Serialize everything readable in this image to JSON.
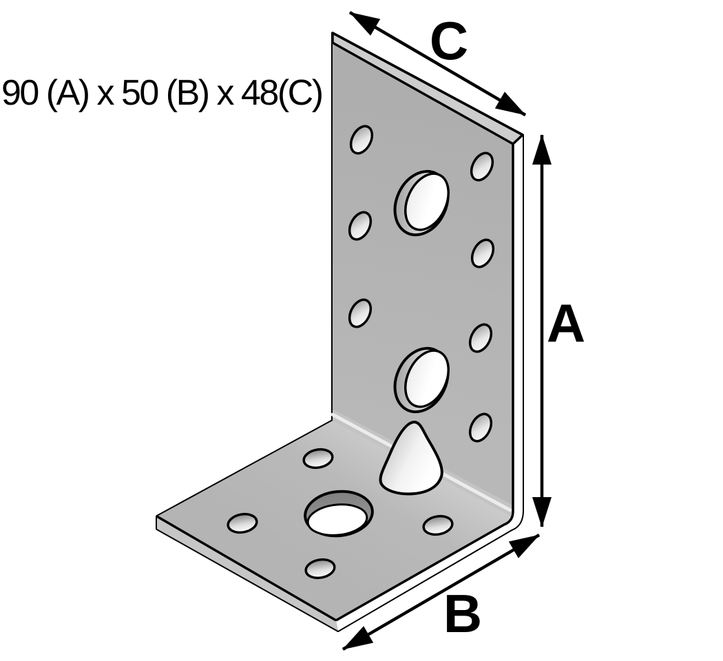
{
  "figure": {
    "caption": "90 (A) x 50 (B) x 48(C)",
    "dimension_labels": {
      "a": "A",
      "b": "B",
      "c": "C"
    }
  },
  "colors": {
    "background": "#ffffff",
    "outline": "#000000",
    "metal_face": "#b1b1b1",
    "metal_top_edge": "#cdcdcd",
    "metal_bend": "#c3c3c3",
    "metal_bottom_edge": "#c6c6c6",
    "bend_highlight": "#ececec",
    "hole_fill": "#ffffff"
  }
}
